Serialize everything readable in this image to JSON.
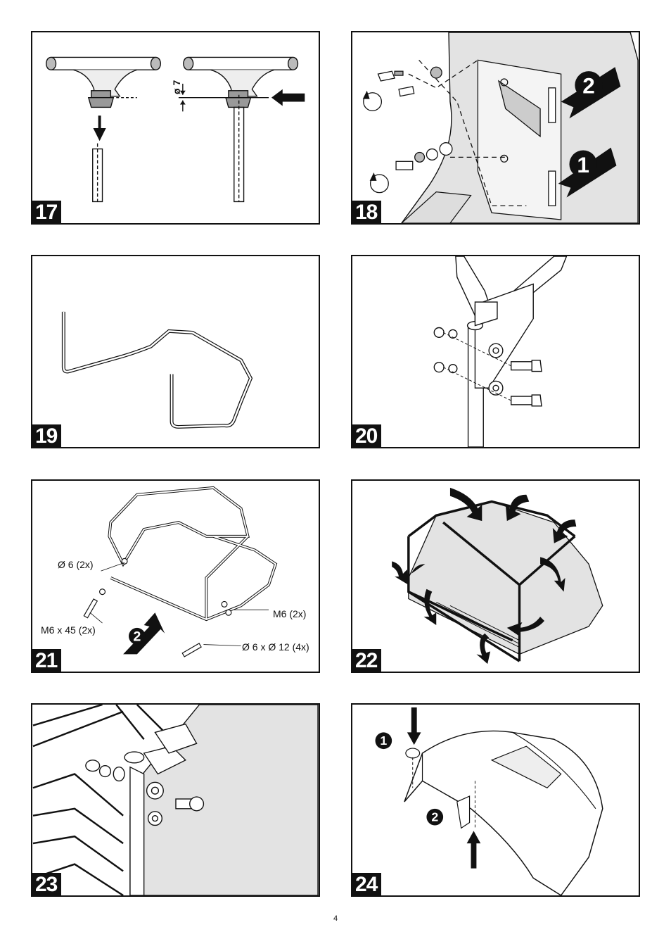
{
  "page_number": "4",
  "steps": [
    {
      "number": "17",
      "labels": {
        "diameter": "ø 7"
      }
    },
    {
      "number": "18",
      "callouts": [
        "2",
        "1"
      ]
    },
    {
      "number": "19"
    },
    {
      "number": "20"
    },
    {
      "number": "21",
      "labels": {
        "washer_a": "Ø 6 (2x)",
        "bolt": "M6 x 45 (2x)",
        "nut": "M6 (2x)",
        "washer_b": "Ø 6 x Ø 12 (4x)"
      },
      "callouts": [
        "2"
      ]
    },
    {
      "number": "22"
    },
    {
      "number": "23"
    },
    {
      "number": "24",
      "callouts": [
        "1",
        "2"
      ]
    }
  ]
}
